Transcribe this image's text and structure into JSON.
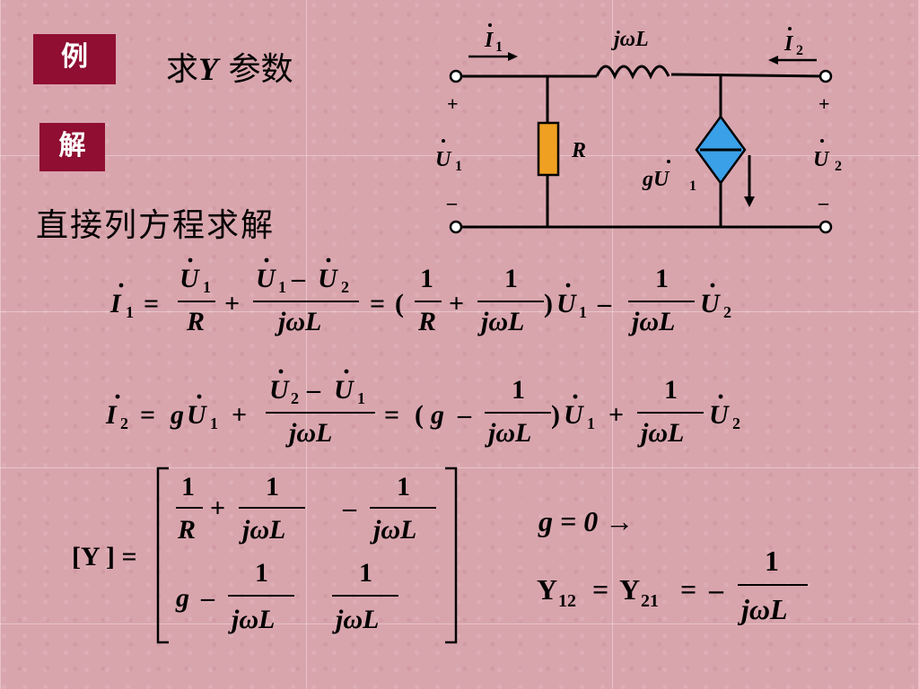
{
  "slide": {
    "example_tag": "例",
    "title_prefix": "求",
    "title_var": "Y",
    "title_suffix": " 参数",
    "solution_tag": "解",
    "method": "直接列方程求解"
  },
  "circuit": {
    "i1": "I",
    "i1_sub": "1",
    "i2": "I",
    "i2_sub": "2",
    "inductor": "jωL",
    "resistor": "R",
    "source": "gU",
    "source_sub": "1",
    "u1": "U",
    "u1_sub": "1",
    "u2": "U",
    "u2_sub": "2",
    "plus": "+",
    "minus": "–"
  },
  "equations": {
    "one": "1",
    "R": "R",
    "jwL": "jωL",
    "U": "U",
    "I": "I",
    "s1": "1",
    "s2": "2",
    "g": "g",
    "eq": "=",
    "plus": "+",
    "minus": "–",
    "lp": "(",
    "rp": ")",
    "minus_tight": "–"
  },
  "matrix": {
    "label": "[Y ] ="
  },
  "note": {
    "condition": "g = 0 →",
    "result": "Y",
    "sub12": "12",
    "sub21": "21",
    "eq": "=",
    "minus": "–",
    "num": "1",
    "den": "jωL"
  },
  "colors": {
    "tag_bg": "#8f0e31",
    "resistor": "#f0a020",
    "source": "#3aa0e8",
    "wire": "#000000"
  }
}
